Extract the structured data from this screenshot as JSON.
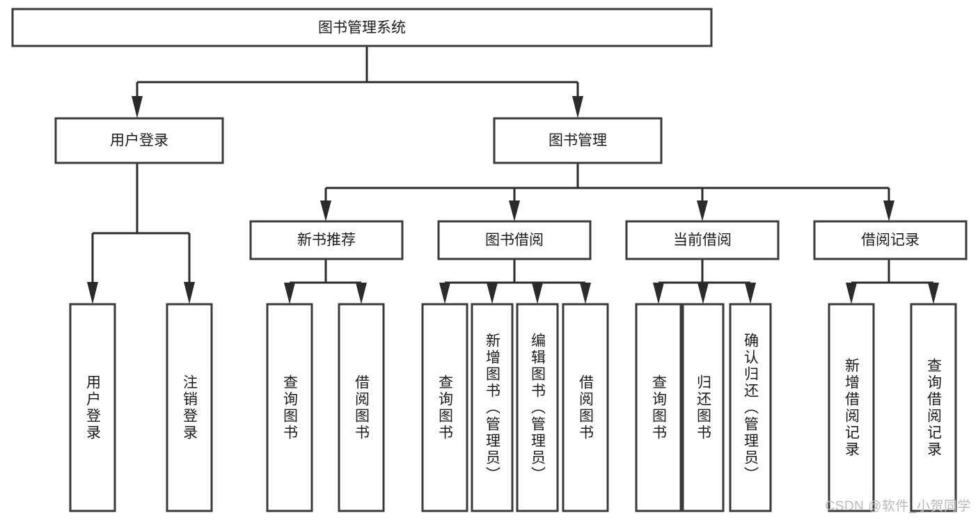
{
  "diagram": {
    "title": "图书管理系统",
    "type": "tree",
    "orientation": "top-down",
    "watermark": "CSDN @软件_小贺同学",
    "colors": {
      "background": "#ffffff",
      "box_border": "#3a3a3a",
      "box_fill": "#ffffff",
      "connector": "#2b2b2b",
      "text": "#1a1a1a",
      "watermark": "#b9b9b9"
    },
    "levels": [
      {
        "level": 0,
        "nodes": [
          {
            "id": "root",
            "label": "图书管理系统",
            "orientation": "horizontal"
          }
        ]
      },
      {
        "level": 1,
        "nodes": [
          {
            "id": "login",
            "label": "用户登录",
            "orientation": "horizontal",
            "parent": "root"
          },
          {
            "id": "bookmgmt",
            "label": "图书管理",
            "orientation": "horizontal",
            "parent": "root"
          }
        ]
      },
      {
        "level": 2,
        "nodes": [
          {
            "id": "newbook",
            "label": "新书推荐",
            "orientation": "horizontal",
            "parent": "bookmgmt"
          },
          {
            "id": "borrow",
            "label": "图书借阅",
            "orientation": "horizontal",
            "parent": "bookmgmt"
          },
          {
            "id": "current",
            "label": "当前借阅",
            "orientation": "horizontal",
            "parent": "bookmgmt"
          },
          {
            "id": "records",
            "label": "借阅记录",
            "orientation": "horizontal",
            "parent": "bookmgmt"
          }
        ]
      },
      {
        "level": 3,
        "nodes": [
          {
            "id": "leaf1",
            "label": "用户登录",
            "orientation": "vertical",
            "parent": "login"
          },
          {
            "id": "leaf2",
            "label": "注销登录",
            "orientation": "vertical",
            "parent": "login"
          },
          {
            "id": "leaf3",
            "label": "查询图书",
            "orientation": "vertical",
            "parent": "newbook"
          },
          {
            "id": "leaf4",
            "label": "借阅图书",
            "orientation": "vertical",
            "parent": "newbook"
          },
          {
            "id": "leaf5",
            "label": "查询图书",
            "orientation": "vertical",
            "parent": "borrow"
          },
          {
            "id": "leaf6",
            "label": "新增图书（管理员）",
            "orientation": "vertical",
            "parent": "borrow"
          },
          {
            "id": "leaf7",
            "label": "编辑图书（管理员）",
            "orientation": "vertical",
            "parent": "borrow"
          },
          {
            "id": "leaf8",
            "label": "借阅图书",
            "orientation": "vertical",
            "parent": "borrow"
          },
          {
            "id": "leaf9",
            "label": "查询图书",
            "orientation": "vertical",
            "parent": "current"
          },
          {
            "id": "leaf10",
            "label": "归还图书",
            "orientation": "vertical",
            "parent": "current"
          },
          {
            "id": "leaf11",
            "label": "确认归还（管理员）",
            "orientation": "vertical",
            "parent": "current"
          },
          {
            "id": "leaf12",
            "label": "新增借阅记录",
            "orientation": "vertical",
            "parent": "records"
          },
          {
            "id": "leaf13",
            "label": "查询借阅记录",
            "orientation": "vertical",
            "parent": "records"
          }
        ]
      }
    ],
    "nodes": {
      "root": {
        "label": "图书管理系统"
      },
      "login": {
        "label": "用户登录"
      },
      "bookmgmt": {
        "label": "图书管理"
      },
      "newbook": {
        "label": "新书推荐"
      },
      "borrow": {
        "label": "图书借阅"
      },
      "current": {
        "label": "当前借阅"
      },
      "records": {
        "label": "借阅记录"
      },
      "leaf1": {
        "label": "用户登录"
      },
      "leaf2": {
        "label": "注销登录"
      },
      "leaf3": {
        "label": "查询图书"
      },
      "leaf4": {
        "label": "借阅图书"
      },
      "leaf5": {
        "label": "查询图书"
      },
      "leaf6": {
        "label": "新增图书（管理员）"
      },
      "leaf7": {
        "label": "编辑图书（管理员）"
      },
      "leaf8": {
        "label": "借阅图书"
      },
      "leaf9": {
        "label": "查询图书"
      },
      "leaf10": {
        "label": "归还图书"
      },
      "leaf11": {
        "label": "确认归还（管理员）"
      },
      "leaf12": {
        "label": "新增借阅记录"
      },
      "leaf13": {
        "label": "查询借阅记录"
      }
    }
  }
}
